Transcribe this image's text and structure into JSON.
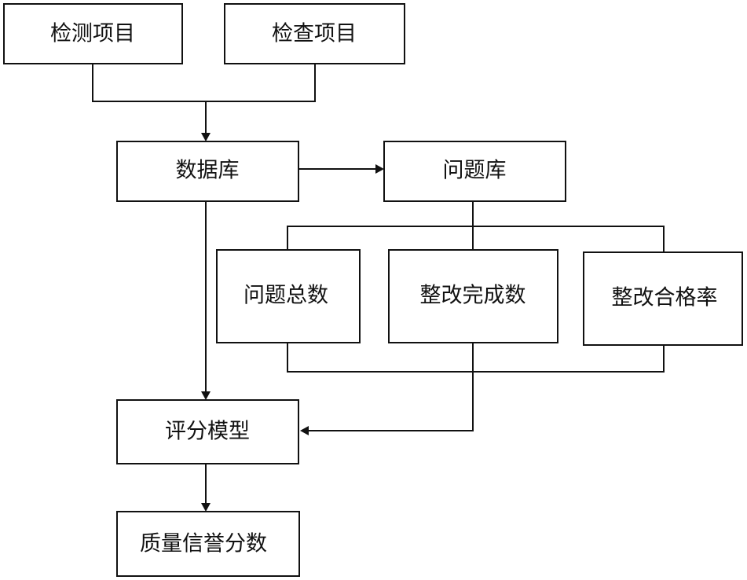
{
  "nodes": {
    "test_items": "检测项目",
    "inspection_items": "检查项目",
    "database": "数据库",
    "issue_library": "问题库",
    "total_issues": "问题总数",
    "rectification_completed": "整改完成数",
    "rectification_pass_rate": "整改合格率",
    "scoring_model": "评分模型",
    "quality_credit_score": "质量信誉分数"
  }
}
